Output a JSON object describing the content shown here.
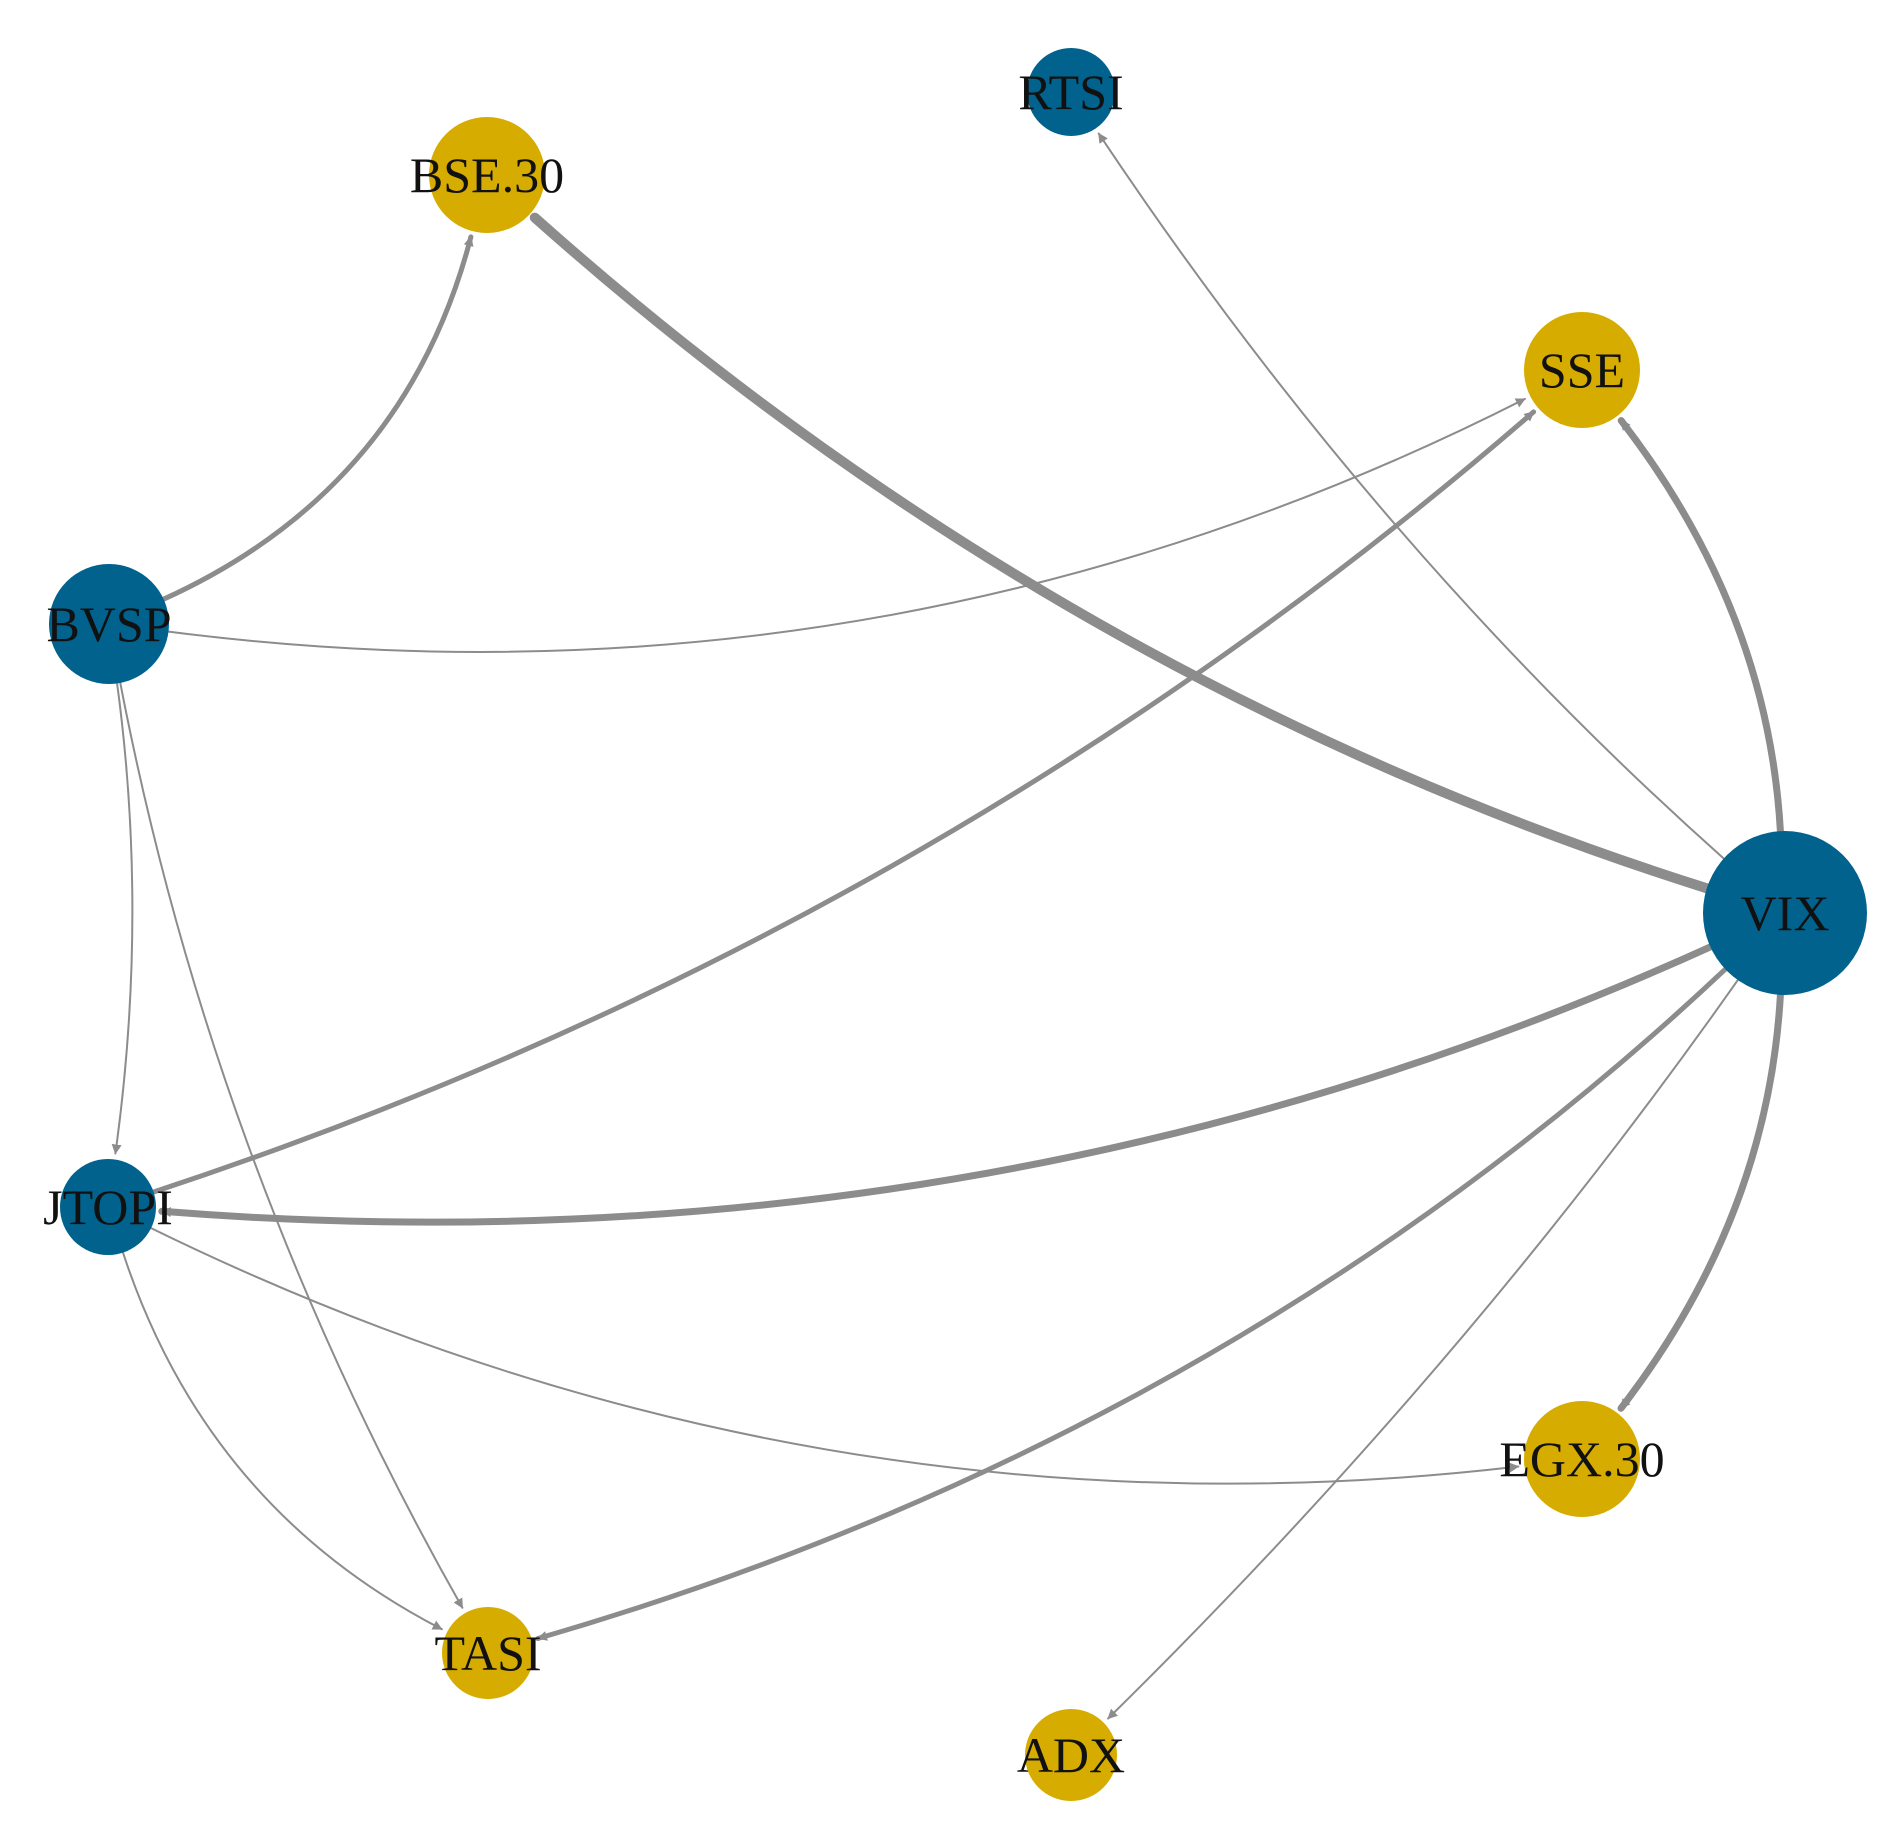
{
  "colors": {
    "source": "#01628d",
    "target": "#d7ac00",
    "edge": "#8c8c8c"
  },
  "nodes": [
    {
      "id": "RTSI",
      "label": "RTSI",
      "group": "source"
    },
    {
      "id": "BSE.30",
      "label": "BSE.30",
      "group": "target"
    },
    {
      "id": "SSE",
      "label": "SSE",
      "group": "target"
    },
    {
      "id": "BVSP",
      "label": "BVSP",
      "group": "source"
    },
    {
      "id": "VIX",
      "label": "VIX",
      "group": "source"
    },
    {
      "id": "JTOPI",
      "label": "JTOPI",
      "group": "source"
    },
    {
      "id": "EGX.30",
      "label": "EGX.30",
      "group": "target"
    },
    {
      "id": "TASI",
      "label": "TASI",
      "group": "target"
    },
    {
      "id": "ADX",
      "label": "ADX",
      "group": "target"
    }
  ],
  "edges": [
    {
      "from": "VIX",
      "to": "BSE.30",
      "weight": "heavy"
    },
    {
      "from": "VIX",
      "to": "SSE",
      "weight": "strong"
    },
    {
      "from": "VIX",
      "to": "JTOPI",
      "weight": "strong"
    },
    {
      "from": "VIX",
      "to": "EGX.30",
      "weight": "strong"
    },
    {
      "from": "VIX",
      "to": "TASI",
      "weight": "medium"
    },
    {
      "from": "VIX",
      "to": "RTSI",
      "weight": "thin"
    },
    {
      "from": "VIX",
      "to": "ADX",
      "weight": "thin"
    },
    {
      "from": "BVSP",
      "to": "BSE.30",
      "weight": "medium"
    },
    {
      "from": "BVSP",
      "to": "SSE",
      "weight": "thin"
    },
    {
      "from": "BVSP",
      "to": "JTOPI",
      "weight": "thin"
    },
    {
      "from": "BVSP",
      "to": "TASI",
      "weight": "thin"
    },
    {
      "from": "JTOPI",
      "to": "SSE",
      "weight": "medium"
    },
    {
      "from": "JTOPI",
      "to": "TASI",
      "weight": "thin"
    },
    {
      "from": "JTOPI",
      "to": "EGX.30",
      "weight": "thin"
    }
  ]
}
